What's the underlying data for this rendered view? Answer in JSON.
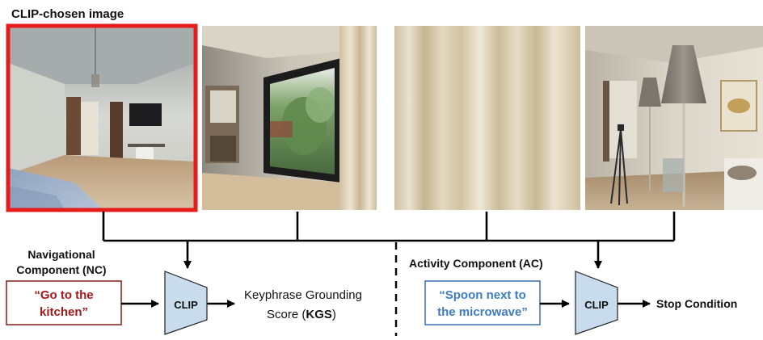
{
  "figure": {
    "chosen_label": "CLIP-chosen image",
    "nav_section_title_line1": "Navigational",
    "nav_section_title_line2": "Component (NC)",
    "nav_instruction_line1": "“Go to the",
    "nav_instruction_line2": "kitchen”",
    "clip_label_nav": "CLIP",
    "kgs_line1": "Keyphrase Grounding",
    "kgs_line2_prefix": "Score (",
    "kgs_line2_bold": "KGS",
    "kgs_line2_suffix": ")",
    "activity_section_title": "Activity Component (AC)",
    "activity_instruction_line1": "“Spoon next to",
    "activity_instruction_line2": "the microwave”",
    "clip_label_activity": "CLIP",
    "stop_condition": "Stop Condition"
  },
  "panels": [
    {
      "id": "bedroom-view",
      "selected": true
    },
    {
      "id": "window-view",
      "selected": false
    },
    {
      "id": "curtain-closeup-view",
      "selected": false
    },
    {
      "id": "lamp-bedroom-view",
      "selected": false
    }
  ],
  "colors": {
    "highlight_border": "#e51c1c",
    "nav_text": "#a31a1a",
    "nav_box_border": "#8b1a1a",
    "activity_text": "#3d7ec0",
    "activity_box_border": "#3a6fb0",
    "clip_fill": "#c9dcee",
    "clip_stroke": "#222222"
  }
}
